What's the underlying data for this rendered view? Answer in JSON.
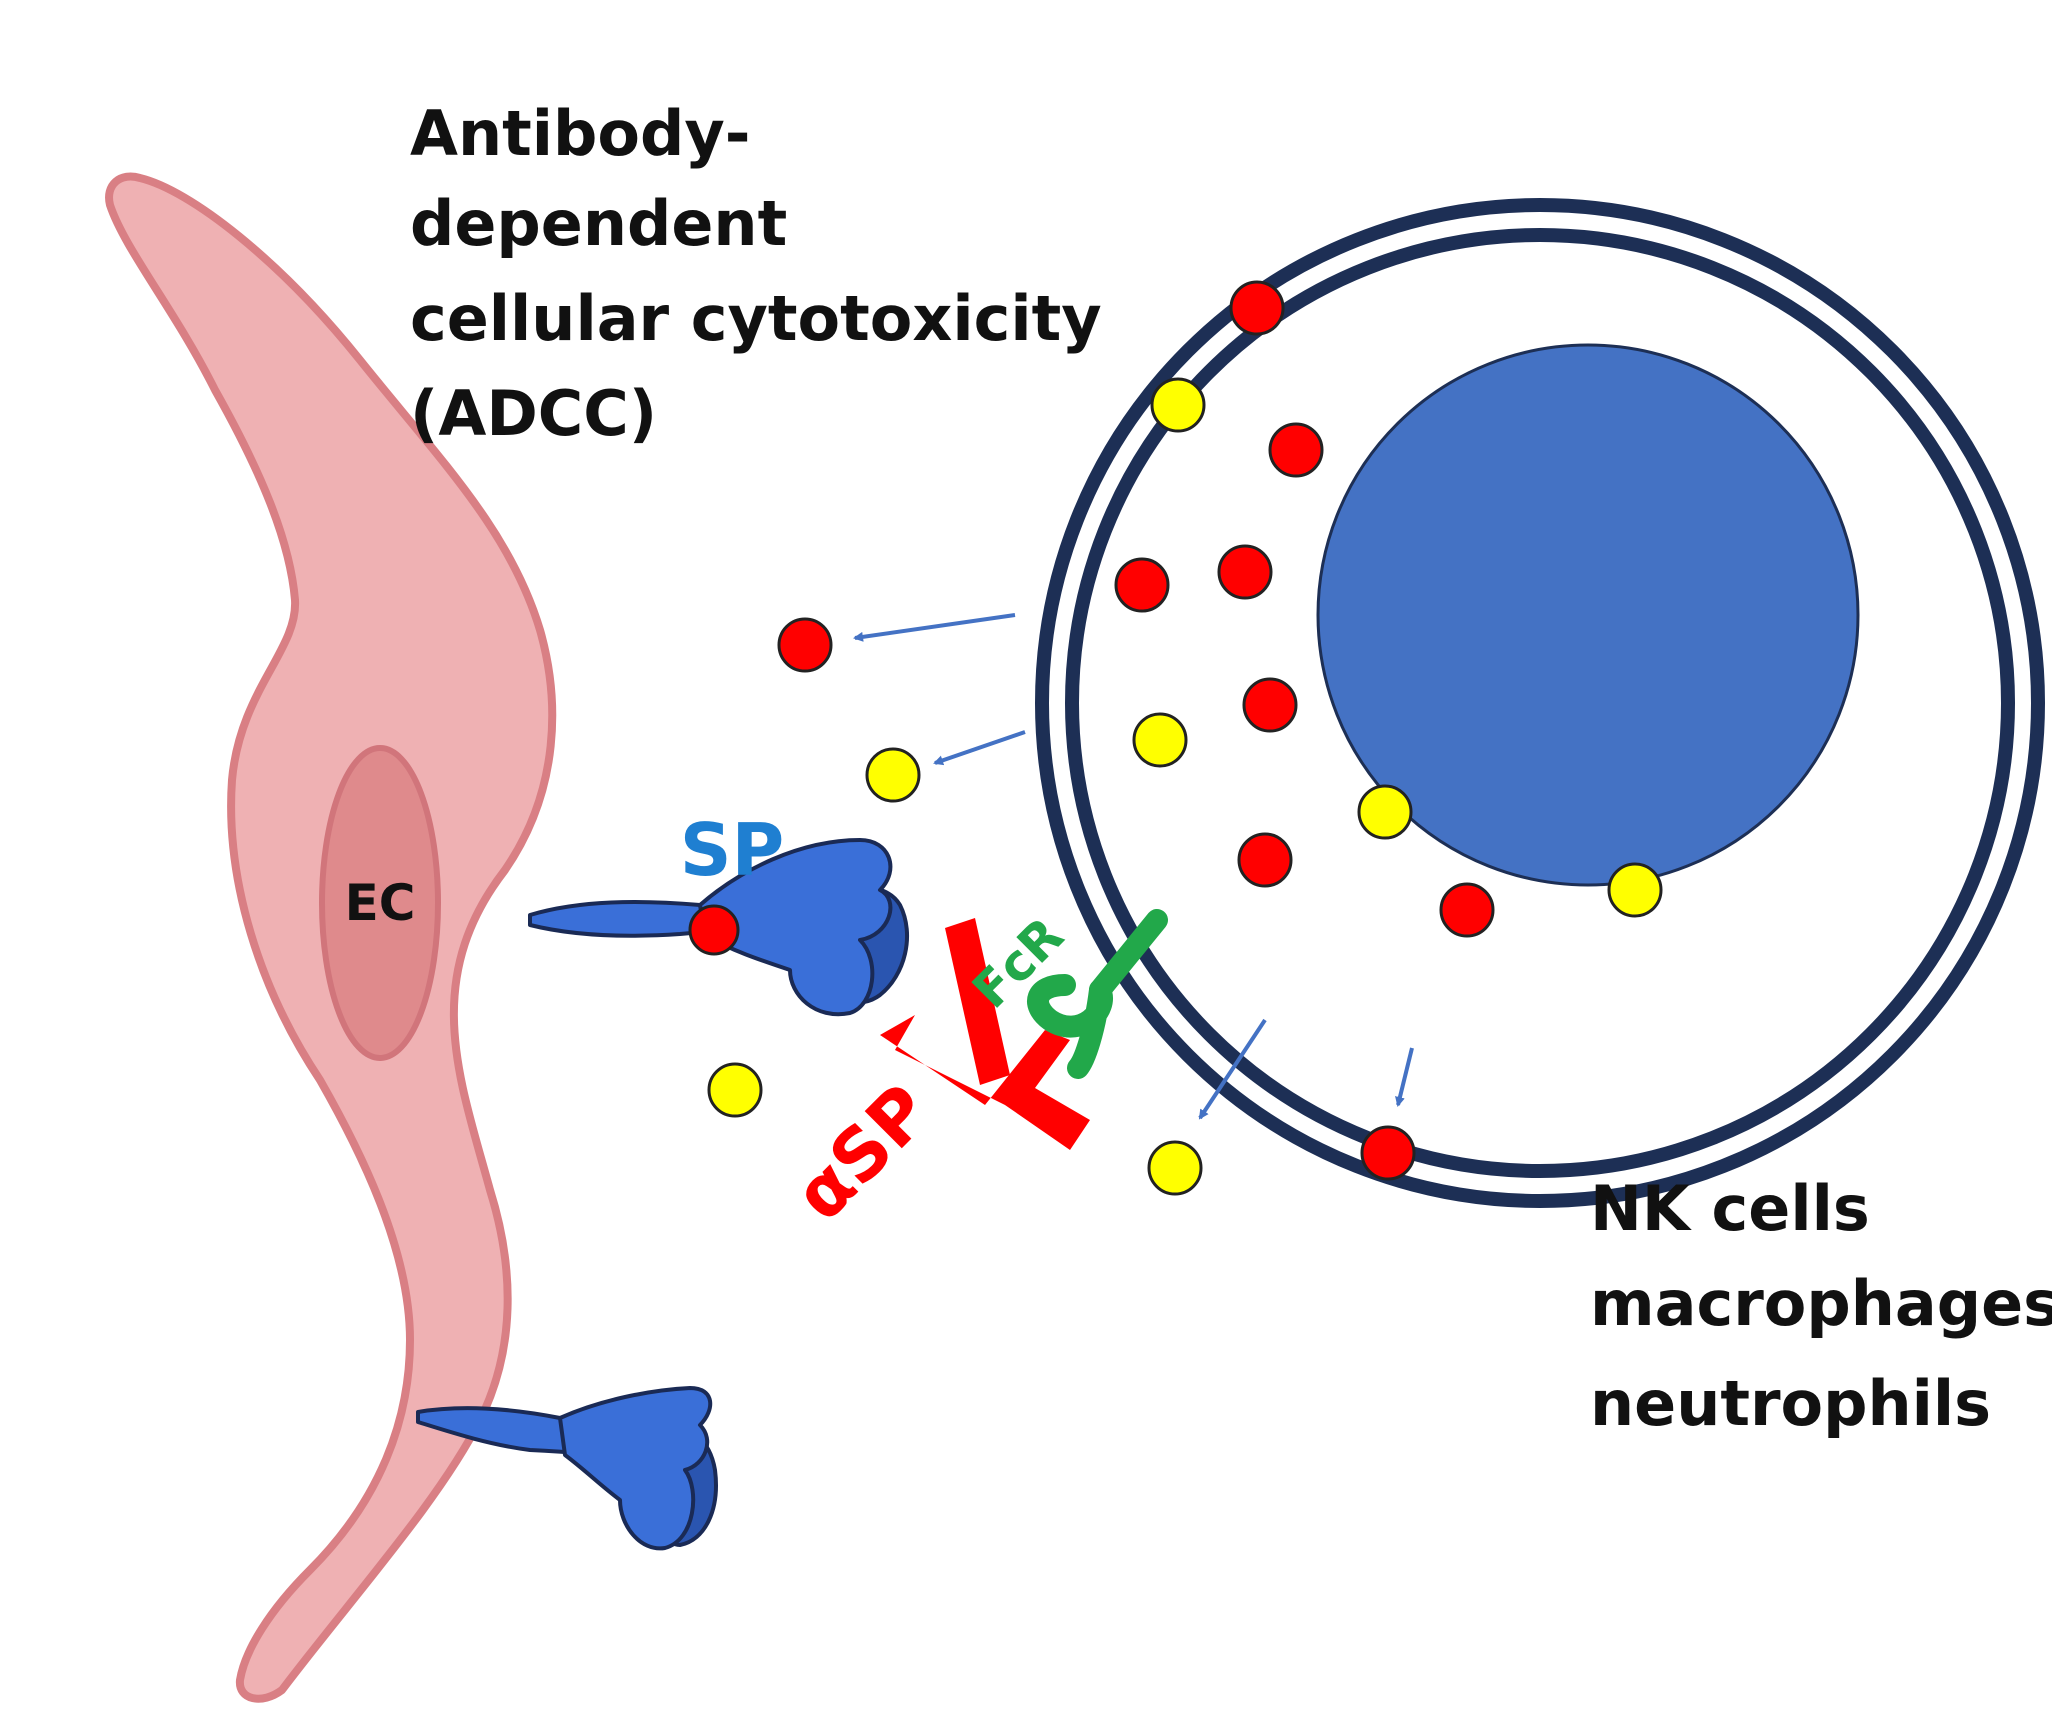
{
  "title": {
    "line1": "Antibody-",
    "line2": "dependent",
    "line3": "cellular cytotoxicity",
    "line4": "(ADCC)"
  },
  "effector_cells": {
    "line1": "NK cells",
    "line2": "macrophages",
    "line3": "neutrophils"
  },
  "labels": {
    "ec": "EC",
    "sp": "SP",
    "alpha_sp": "αSP",
    "fcr": "FcR"
  },
  "colors": {
    "endothelial_cell": "#efb1b3",
    "endothelial_border": "#d97f84",
    "nucleus_ec": "#df8a8c",
    "effector_membrane": "#1d2f55",
    "effector_nucleus": "#4472c4",
    "granule_red": "#ff0000",
    "granule_yellow": "#ffff00",
    "spike_protein": "#3a6fd8",
    "spike_dark": "#2a55b0",
    "antibody": "#ff0000",
    "fc_receptor": "#22a84a",
    "arrow": "#4472c4",
    "sp_label": "#1f7fd1"
  }
}
